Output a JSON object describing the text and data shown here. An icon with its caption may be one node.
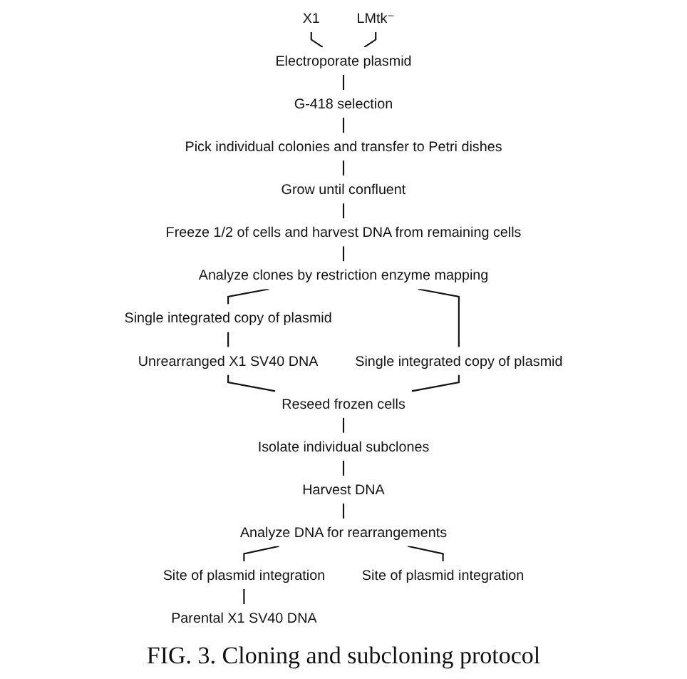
{
  "diagram": {
    "nodes": [
      {
        "text": [
          "X1"
        ]
      },
      {
        "text": [
          "LMtk⁻"
        ]
      },
      {
        "text": [
          "Electroporate plasmid"
        ]
      },
      {
        "text": [
          "G-418 selection"
        ]
      },
      {
        "text": [
          "Pick individual colonies and transfer to Petri dishes"
        ]
      },
      {
        "text": [
          "Grow until confluent"
        ]
      },
      {
        "text": [
          "Freeze 1/2 of cells and harvest DNA from remaining cells"
        ]
      },
      {
        "text": [
          "Analyze clones by restriction enzyme mapping"
        ]
      },
      {
        "text": [
          "Single integrated copy of plasmid"
        ]
      },
      {
        "text": [
          "Single integrated copy of plasmid"
        ]
      },
      {
        "text": [
          "Unrearranged X1 SV40 DNA"
        ]
      },
      {
        "text": [
          "Reseed frozen cells"
        ]
      },
      {
        "text": [
          "Isolate individual subclones"
        ]
      },
      {
        "text": [
          "Harvest DNA"
        ]
      },
      {
        "text": [
          "Analyze DNA for rearrangements"
        ]
      },
      {
        "text": [
          "Site of plasmid integration"
        ]
      },
      {
        "text": [
          "Site of plasmid integration"
        ]
      },
      {
        "text": [
          "Parental X1 SV40 DNA"
        ]
      }
    ],
    "edges": [
      {
        "from": 0,
        "to": 2,
        "arrow": "none"
      },
      {
        "from": 1,
        "to": 2,
        "arrow": "none"
      },
      {
        "from": 2,
        "to": 3,
        "arrow": "none"
      },
      {
        "from": 3,
        "to": 4,
        "arrow": "none"
      },
      {
        "from": 4,
        "to": 5,
        "arrow": "none"
      },
      {
        "from": 5,
        "to": 6,
        "arrow": "none"
      },
      {
        "from": 6,
        "to": 7,
        "arrow": "none"
      },
      {
        "from": 7,
        "to": 8,
        "arrow": "none"
      },
      {
        "from": 7,
        "to": 9,
        "arrow": "none"
      },
      {
        "from": 8,
        "to": 10,
        "arrow": "none"
      },
      {
        "from": 10,
        "to": 11,
        "arrow": "none"
      },
      {
        "from": 9,
        "to": 11,
        "arrow": "none"
      },
      {
        "from": 11,
        "to": 12,
        "arrow": "none"
      },
      {
        "from": 12,
        "to": 13,
        "arrow": "none"
      },
      {
        "from": 13,
        "to": 14,
        "arrow": "none"
      },
      {
        "from": 14,
        "to": 15,
        "arrow": "none"
      },
      {
        "from": 14,
        "to": 16,
        "arrow": "none"
      },
      {
        "from": 15,
        "to": 17,
        "arrow": "none"
      }
    ],
    "caption": "FIG. 3. Cloning and subcloning protocol"
  }
}
